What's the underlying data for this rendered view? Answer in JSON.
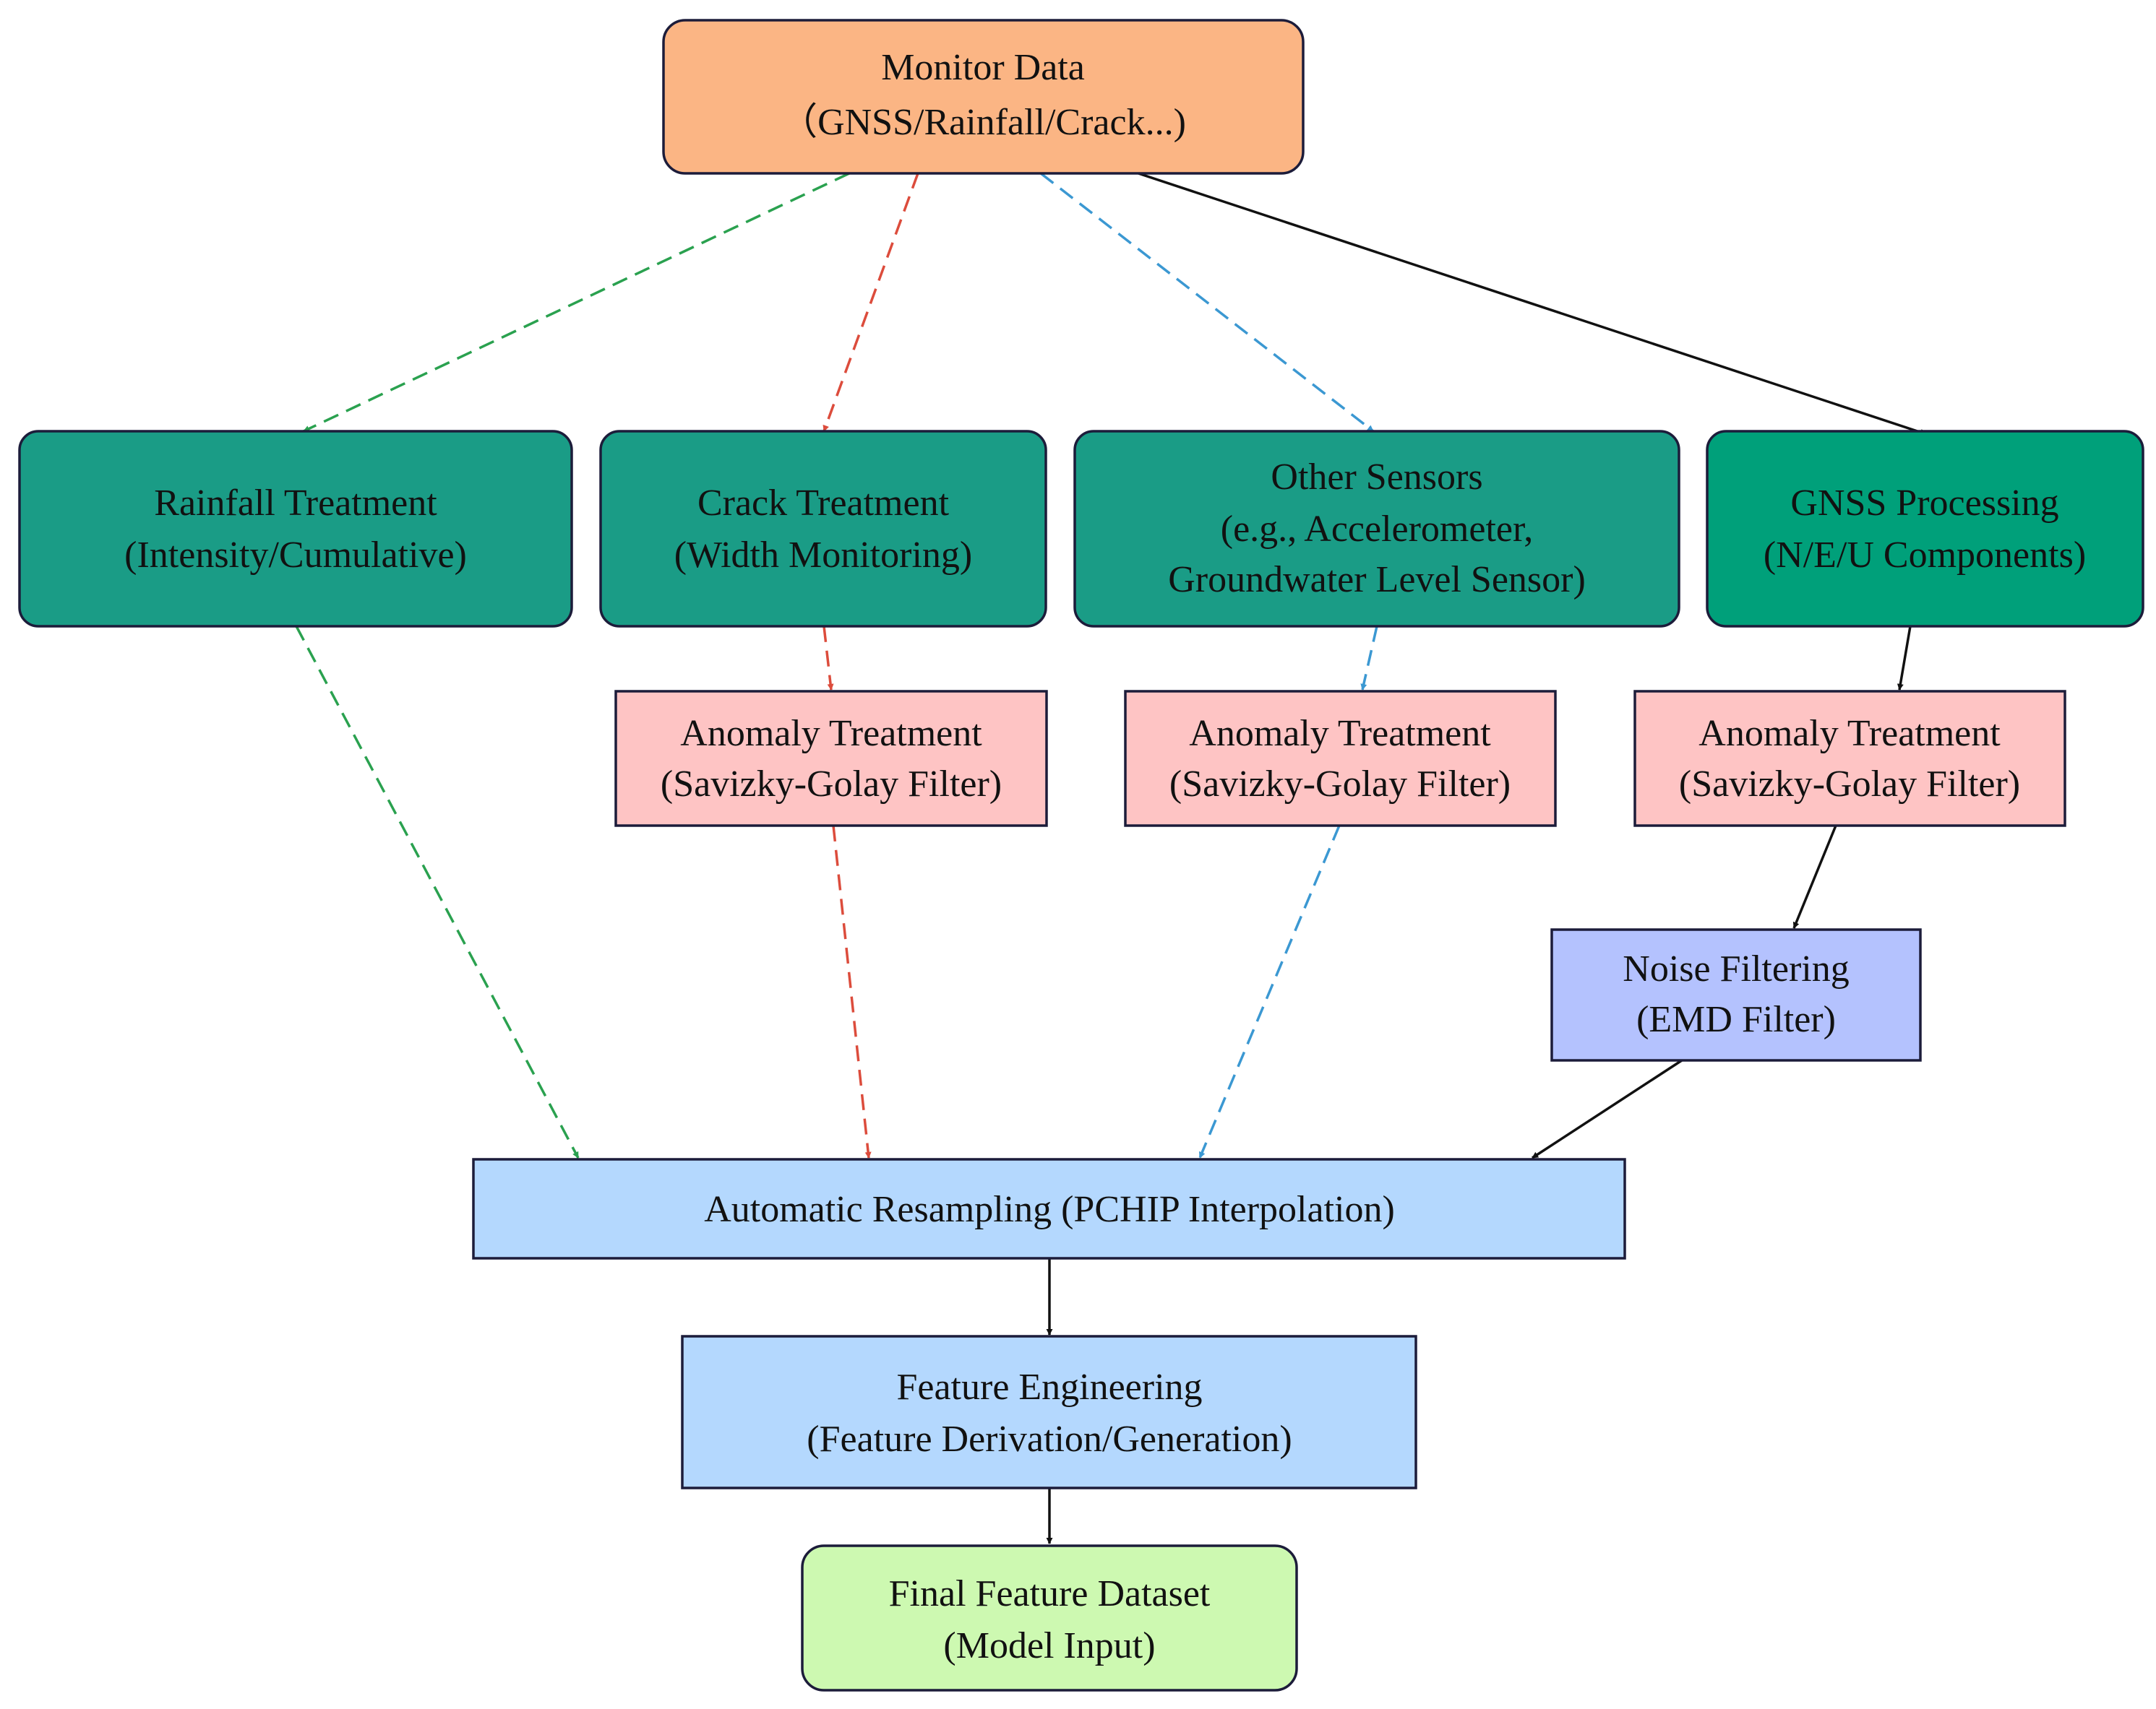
{
  "colors": {
    "source": "#fbb584",
    "branch": "#1a9c86",
    "gnss": "#00a07a",
    "anomaly": "#fec4c4",
    "noise": "#b4c2fe",
    "process": "#b4d8fe",
    "final": "#cdf9b1",
    "border": "#1c1c3a",
    "edge_green": "#2aa14f",
    "edge_red": "#dc4c3c",
    "edge_blue": "#3b98d2",
    "edge_black": "#111111"
  },
  "nodes": {
    "monitor": {
      "line1": "Monitor Data",
      "line2": "（GNSS/Rainfall/Crack...)"
    },
    "rainfall": {
      "line1": "Rainfall Treatment",
      "line2": "(Intensity/Cumulative)"
    },
    "crack": {
      "line1": "Crack Treatment",
      "line2": "(Width Monitoring)"
    },
    "other": {
      "line1": "Other Sensors",
      "line2": "(e.g., Accelerometer,",
      "line3": "Groundwater Level Sensor)"
    },
    "gnss": {
      "line1": "GNSS Processing",
      "line2": "(N/E/U Components)"
    },
    "anomaly_crack": {
      "line1": "Anomaly Treatment",
      "line2": "(Savizky-Golay Filter)"
    },
    "anomaly_other": {
      "line1": "Anomaly Treatment",
      "line2": "(Savizky-Golay Filter)"
    },
    "anomaly_gnss": {
      "line1": "Anomaly Treatment",
      "line2": "(Savizky-Golay Filter)"
    },
    "noise": {
      "line1": "Noise Filtering",
      "line2": "(EMD Filter)"
    },
    "resample": {
      "line1": "Automatic Resampling (PCHIP Interpolation)"
    },
    "feature": {
      "line1": "Feature Engineering",
      "line2": "(Feature Derivation/Generation)"
    },
    "final": {
      "line1": "Final Feature Dataset",
      "line2": "(Model Input)"
    }
  }
}
